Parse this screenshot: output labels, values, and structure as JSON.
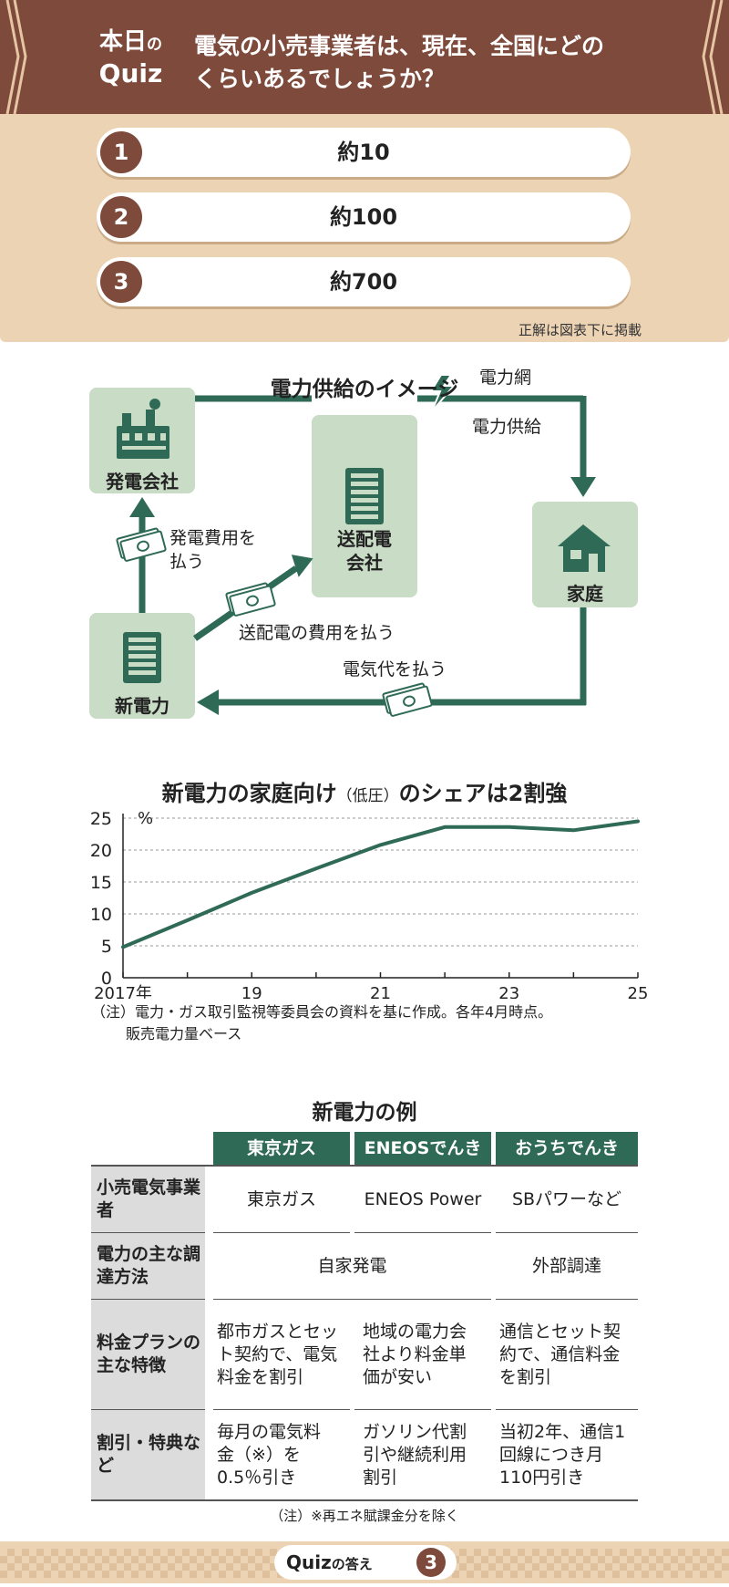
{
  "quiz": {
    "label_line1": "本日",
    "label_no": "の",
    "label_line2": "Quiz",
    "question_line1": "電気の小売事業者は、現在、全国にどの",
    "question_line2": "くらいあるでしょうか？",
    "options": [
      {
        "num": "1",
        "text": "約10"
      },
      {
        "num": "2",
        "text": "約100"
      },
      {
        "num": "3",
        "text": "約700"
      }
    ],
    "note": "正解は図表下に掲載"
  },
  "diagram": {
    "title": "電力供給のイメージ",
    "boxes": {
      "generator": "発電会社",
      "transmission_line1": "送配電",
      "transmission_line2": "会社",
      "home": "家庭",
      "new_power": "新電力"
    },
    "labels": {
      "grid": "電力網",
      "supply": "電力供給",
      "gen_cost_line1": "発電費用を",
      "gen_cost_line2": "払う",
      "trans_cost": "送配電の費用を払う",
      "bill": "電気代を払う"
    },
    "colors": {
      "box": "#c9dcc6",
      "arrow": "#2e6a55",
      "icon": "#2e6a55"
    }
  },
  "chart_data": {
    "type": "line",
    "title": "新電力の家庭向け",
    "title_paren": "（低圧）",
    "title_end": "のシェアは2割強",
    "unit": "%",
    "x": [
      2017,
      2018,
      2019,
      2020,
      2021,
      2022,
      2023,
      2024,
      2025
    ],
    "values": [
      4.8,
      9.0,
      13.3,
      17.1,
      20.8,
      23.6,
      23.6,
      23.1,
      24.5
    ],
    "xticklabels": [
      "2017年",
      "19",
      "21",
      "23",
      "25"
    ],
    "xtick_positions": [
      2017,
      2019,
      2021,
      2023,
      2025
    ],
    "yticks": [
      0,
      5,
      10,
      15,
      20,
      25
    ],
    "ylim": [
      0,
      25
    ],
    "xlim": [
      2017,
      2025
    ],
    "grid": true,
    "line_color": "#2e6a55",
    "note_line1": "（注）電力・ガス取引監視等委員会の資料を基に作成。各年4月時点。",
    "note_line2": "販売電力量ベース"
  },
  "table": {
    "title": "新電力の例",
    "columns": [
      "東京ガス",
      "ENEOSでんき",
      "おうちでんき"
    ],
    "rows": [
      {
        "head": "小売電気事業者",
        "cells": [
          "東京ガス",
          "ENEOS Power",
          "SBパワーなど"
        ]
      },
      {
        "head": "電力の主な調達方法",
        "cells": [
          "自家発電",
          "外部調達"
        ]
      },
      {
        "head": "料金プランの主な特徴",
        "cells": [
          "都市ガスとセット契約で、電気料金を割引",
          "地域の電力会社より料金単価が安い",
          "通信とセット契約で、通信料金を割引"
        ]
      },
      {
        "head": "割引・特典など",
        "cells": [
          "毎月の電気料金（※）を0.5％引き",
          "ガソリン代割引や継続利用割引",
          "当初2年、通信1回線につき月110円引き"
        ]
      }
    ],
    "note": "（注）※再エネ賦課金分を除く",
    "header_color": "#2e6a55"
  },
  "answer": {
    "label": "Quiz",
    "label_suffix": "の答え",
    "value": "3"
  }
}
